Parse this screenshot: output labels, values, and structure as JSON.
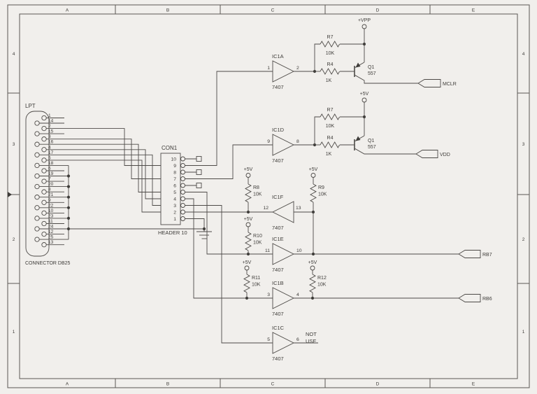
{
  "sheet": {
    "cols": [
      "A",
      "B",
      "C",
      "D",
      "E"
    ],
    "rows": [
      "4",
      "3",
      "2",
      "1"
    ]
  },
  "lpt": {
    "title": "LPT",
    "caption": "CONNECTOR DB25",
    "pins": [
      "1",
      "14",
      "2",
      "15",
      "3",
      "16",
      "4",
      "17",
      "5",
      "18",
      "6",
      "19",
      "7",
      "20",
      "8",
      "21",
      "9",
      "22",
      "10",
      "23",
      "11",
      "24",
      "12",
      "25",
      "13"
    ]
  },
  "con1": {
    "name": "CON1",
    "type": "HEADER 10",
    "pins": [
      "10",
      "9",
      "8",
      "7",
      "6",
      "5",
      "4",
      "3",
      "2",
      "1"
    ]
  },
  "gates": [
    {
      "name": "IC1A",
      "part": "7407",
      "pin_in": "1",
      "pin_out": "2"
    },
    {
      "name": "IC1D",
      "part": "7407",
      "pin_in": "9",
      "pin_out": "8"
    },
    {
      "name": "IC1F",
      "part": "7407",
      "pin_in": "13",
      "pin_out": "12"
    },
    {
      "name": "IC1E",
      "part": "7407",
      "pin_in": "11",
      "pin_out": "10"
    },
    {
      "name": "IC1B",
      "part": "7407",
      "pin_in": "3",
      "pin_out": "4"
    },
    {
      "name": "IC1C",
      "part": "7407",
      "pin_in": "5",
      "pin_out": "6",
      "note1": "NOT",
      "note2": "USE"
    }
  ],
  "resistors": {
    "r7": {
      "ref": "R7",
      "val": "10K"
    },
    "r4": {
      "ref": "R4",
      "val": "1K"
    },
    "r8": {
      "ref": "R8",
      "val": "10K"
    },
    "r9": {
      "ref": "R9",
      "val": "10K"
    },
    "r10": {
      "ref": "R10",
      "val": "10K"
    },
    "r11": {
      "ref": "R11",
      "val": "10K"
    },
    "r12": {
      "ref": "R12",
      "val": "10K"
    }
  },
  "q1": {
    "ref": "Q1",
    "part": "557"
  },
  "power": {
    "vpp": "+VPP",
    "v5": "+5V"
  },
  "tags": {
    "mclr": "MCLR",
    "vdd": "VDD",
    "rb7": "RB7",
    "rb6": "RB6"
  }
}
